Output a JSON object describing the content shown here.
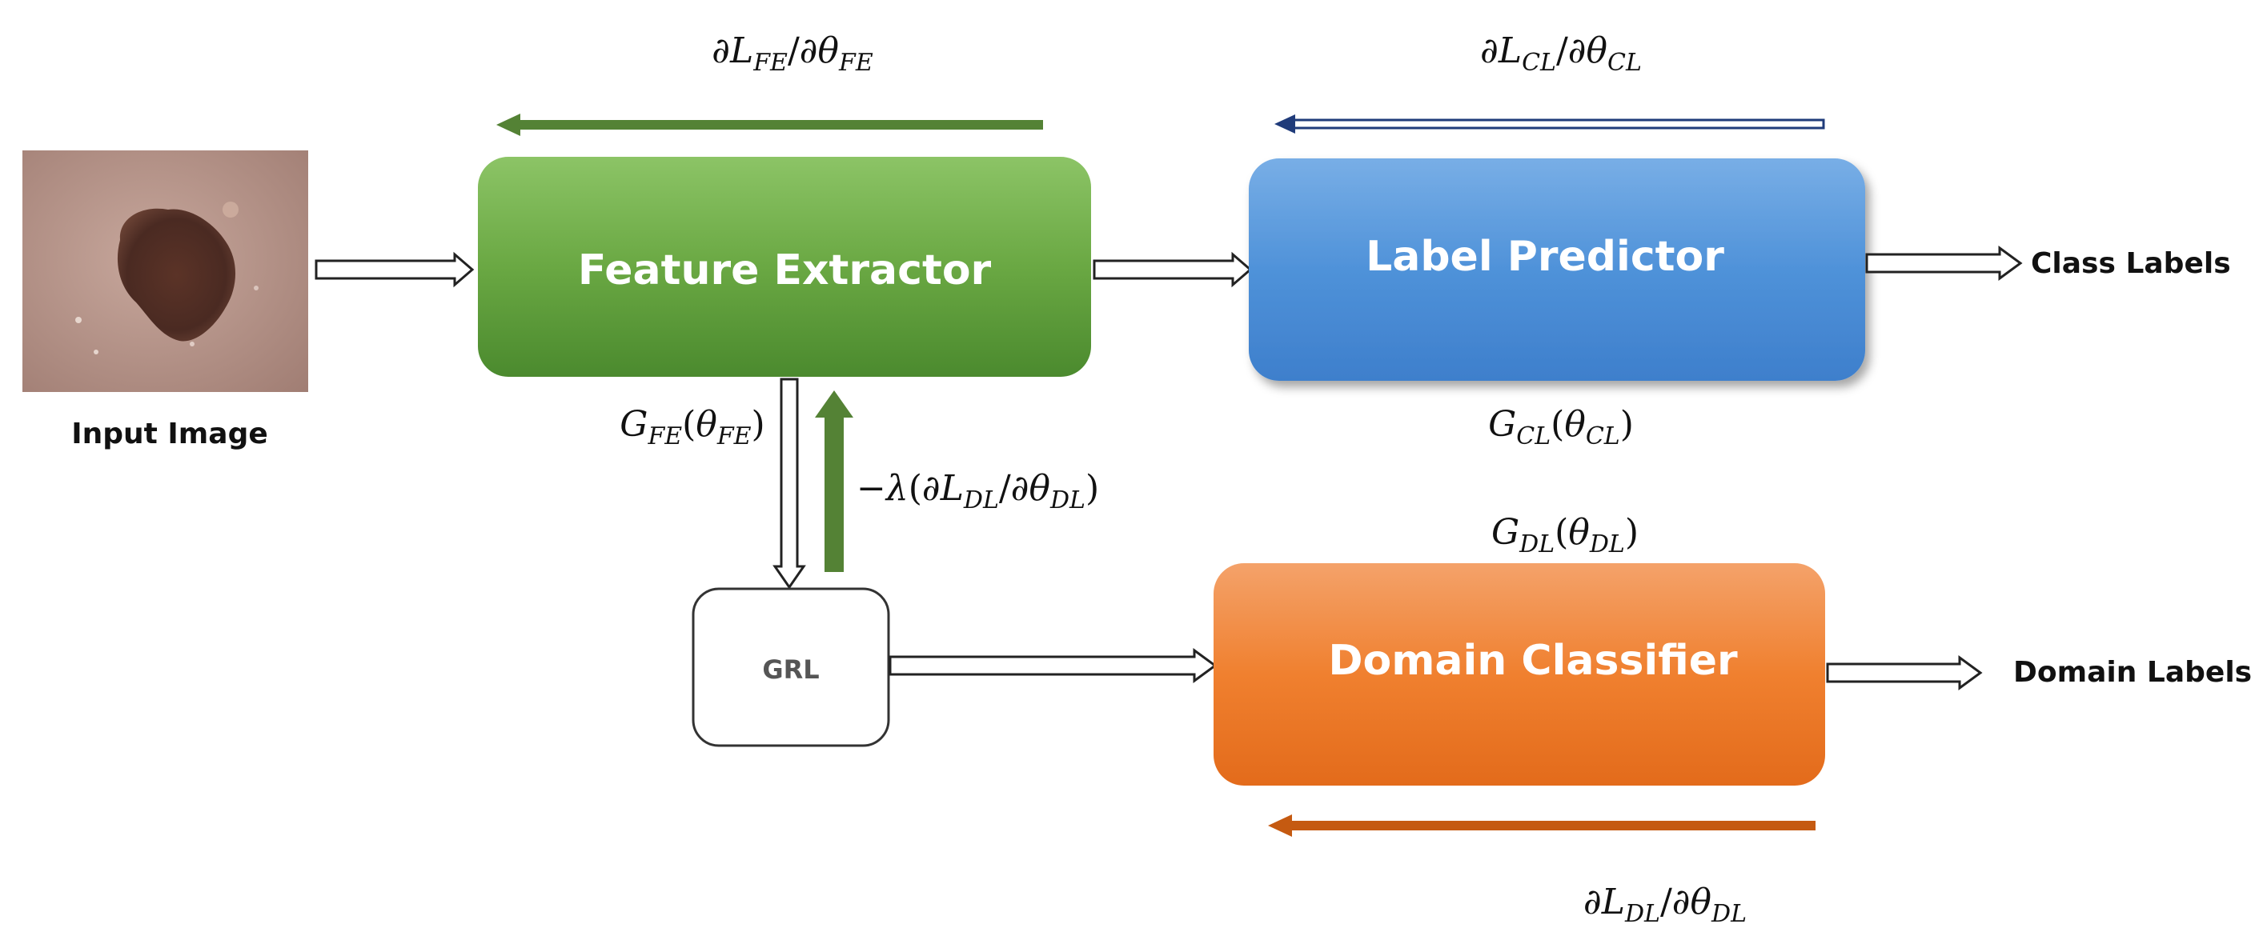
{
  "input": {
    "label": "Input Image"
  },
  "blocks": {
    "feature_extractor": "Feature Extractor",
    "label_predictor": "Label Predictor",
    "domain_classifier": "Domain Classifier",
    "grl": "GRL"
  },
  "outputs": {
    "class_labels": "Class Labels",
    "domain_labels": "Domain Labels"
  },
  "formulas": {
    "grad_fe": "∂L_FE/∂θ_FE",
    "grad_cl": "∂L_CL/∂θ_CL",
    "grad_dl": "∂L_DL/∂θ_DL",
    "g_fe": "G_FE(θ_FE)",
    "g_cl": "G_CL(θ_CL)",
    "g_dl": "G_DL(θ_DL)",
    "reversed": "−λ(∂L_DL/∂θ_DL)"
  },
  "colors": {
    "feature_extractor": "#5e9c3a",
    "label_predictor": "#4a8fd6",
    "domain_classifier": "#ef7d2c",
    "arrow_fe": "#548235",
    "arrow_cl": "#1f3b7a",
    "arrow_dl": "#c55a11",
    "skin": "#b8958a",
    "lesion": "#4a2a22"
  },
  "icons": {
    "input_image": "skin-lesion-image"
  }
}
